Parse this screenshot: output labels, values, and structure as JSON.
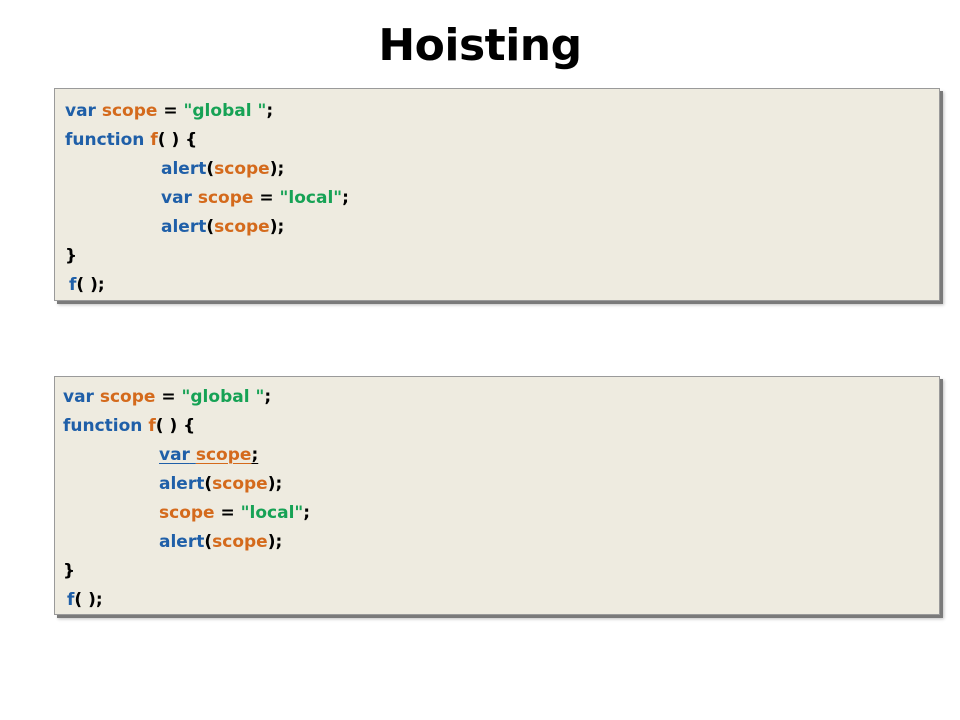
{
  "slide": {
    "title": "Hoisting"
  },
  "colors": {
    "keyword": "#1f5fa8",
    "identifier": "#d46a1c",
    "string": "#16a255",
    "punctuation": "#000000",
    "box_background": "#eeebe0"
  },
  "code_block_1": {
    "lines": [
      {
        "tokens": [
          "var",
          " ",
          "scope",
          " = ",
          "\"global \"",
          ";"
        ]
      },
      {
        "tokens": [
          "function",
          " ",
          "f",
          "( ) {"
        ]
      },
      {
        "tokens": [
          "alert",
          "(",
          "scope",
          ");"
        ]
      },
      {
        "tokens": [
          "var",
          " ",
          "scope",
          " = ",
          "\"local\"",
          ";"
        ]
      },
      {
        "tokens": [
          "alert",
          "(",
          "scope",
          ");"
        ]
      },
      {
        "tokens": [
          "}"
        ]
      },
      {
        "tokens": [
          "f",
          "( );"
        ]
      }
    ]
  },
  "code_block_2": {
    "lines": [
      {
        "tokens": [
          "var",
          " ",
          "scope",
          " = ",
          "\"global \"",
          ";"
        ]
      },
      {
        "tokens": [
          "function",
          " ",
          "f",
          "( ) {"
        ]
      },
      {
        "tokens": [
          "var",
          " ",
          "scope",
          ";"
        ]
      },
      {
        "tokens": [
          "alert",
          "(",
          "scope",
          ");"
        ]
      },
      {
        "tokens": [
          "scope",
          " = ",
          "\"local\"",
          ";"
        ]
      },
      {
        "tokens": [
          "alert",
          "(",
          "scope",
          ");"
        ]
      },
      {
        "tokens": [
          "}"
        ]
      },
      {
        "tokens": [
          "f",
          "( );"
        ]
      }
    ]
  }
}
